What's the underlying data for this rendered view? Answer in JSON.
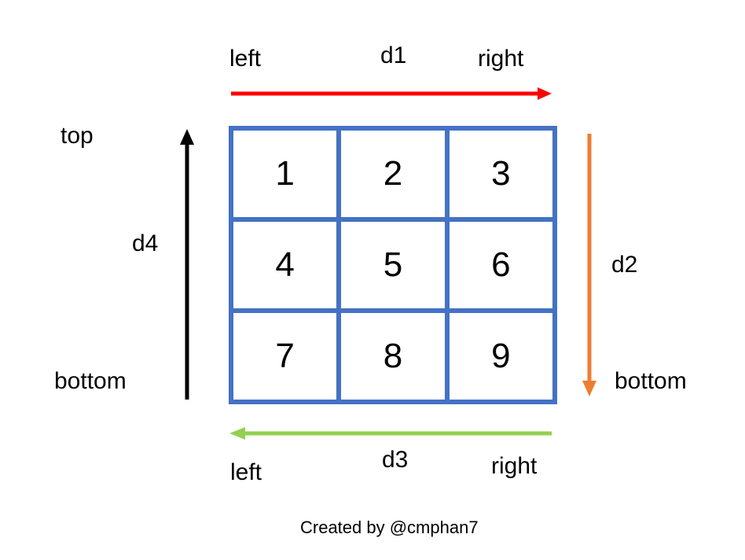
{
  "d1": {
    "name": "d1",
    "from": "left",
    "to": "right",
    "color": "#FF0000"
  },
  "d2": {
    "name": "d2",
    "to": "bottom",
    "color": "#ED7D31"
  },
  "d3": {
    "name": "d3",
    "from": "right",
    "to": "left",
    "color": "#92D050",
    "left_label": "left",
    "right_label": "right"
  },
  "d4": {
    "name": "d4",
    "from": "bottom",
    "to": "top",
    "color": "#000000"
  },
  "grid": {
    "border_color": "#4472C4",
    "cells": [
      "1",
      "2",
      "3",
      "4",
      "5",
      "6",
      "7",
      "8",
      "9"
    ]
  },
  "credit": "Created by @cmphan7"
}
